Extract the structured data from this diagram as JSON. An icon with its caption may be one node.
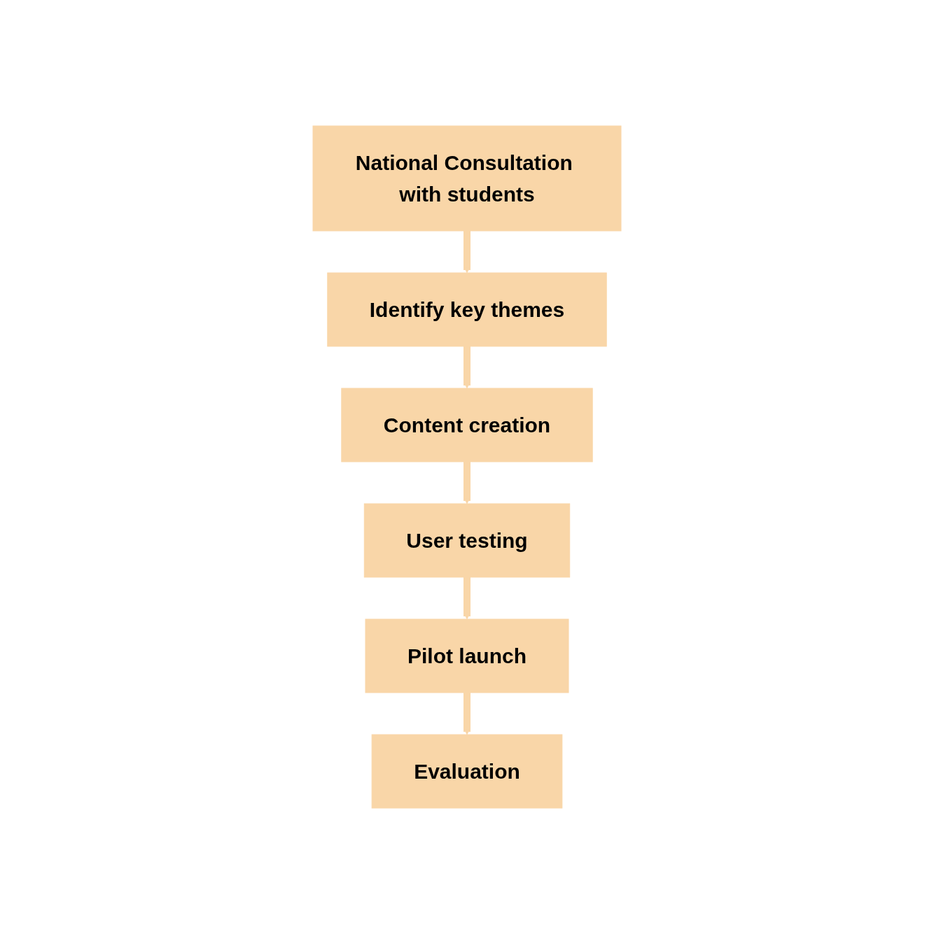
{
  "diagram": {
    "nodes": [
      {
        "text": [
          "National Consultation with students"
        ]
      },
      {
        "text": [
          "Identify key themes"
        ]
      },
      {
        "text": [
          "Content creation"
        ]
      },
      {
        "text": [
          "User testing"
        ]
      },
      {
        "text": [
          "Pilot launch"
        ]
      },
      {
        "text": [
          "Evaluation"
        ]
      }
    ],
    "edges": [
      {
        "from": 0,
        "to": 1,
        "arrow": "to"
      },
      {
        "from": 1,
        "to": 2,
        "arrow": "to"
      },
      {
        "from": 2,
        "to": 3,
        "arrow": "to"
      },
      {
        "from": 3,
        "to": 4,
        "arrow": "to"
      },
      {
        "from": 4,
        "to": 5,
        "arrow": "to"
      }
    ]
  }
}
